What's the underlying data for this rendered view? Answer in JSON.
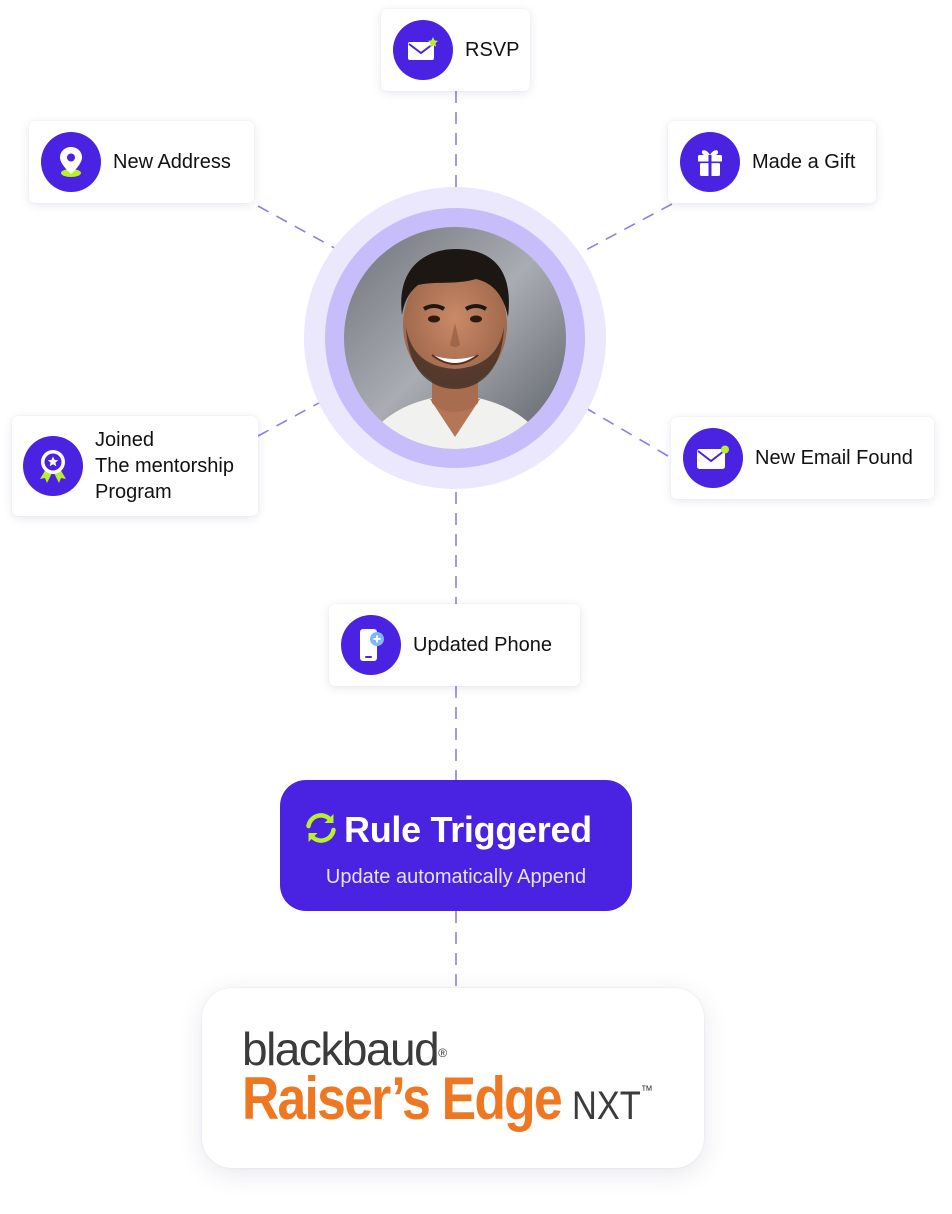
{
  "colors": {
    "accent": "#4a22e2",
    "highlight": "#b8f02a",
    "halo_outer": "#ebe7fd",
    "halo_inner": "#c8bdfb",
    "connector": "#8f7fe3",
    "brand_orange": "#ee7722",
    "brand_gray": "#3b3b3b"
  },
  "events": {
    "rsvp": {
      "label": "RSVP",
      "icon": "envelope-star-icon"
    },
    "new_address": {
      "label": "New Address",
      "icon": "location-pin-icon"
    },
    "made_gift": {
      "label": "Made a Gift",
      "icon": "gift-icon"
    },
    "mentorship": {
      "lines": [
        "Joined",
        "The mentorship",
        "Program"
      ],
      "icon": "award-badge-icon"
    },
    "new_email": {
      "label": "New Email Found",
      "icon": "envelope-dot-icon"
    },
    "updated_phone": {
      "label": "Updated Phone",
      "icon": "phone-plus-icon"
    }
  },
  "rule": {
    "title": "Rule Triggered",
    "subtitle": "Update automatically Append",
    "icon": "refresh-icon"
  },
  "logo": {
    "company": "blackbaud",
    "company_mark": "®",
    "product": "Raiser’s Edge",
    "edition": "NXT",
    "edition_mark": "™"
  }
}
